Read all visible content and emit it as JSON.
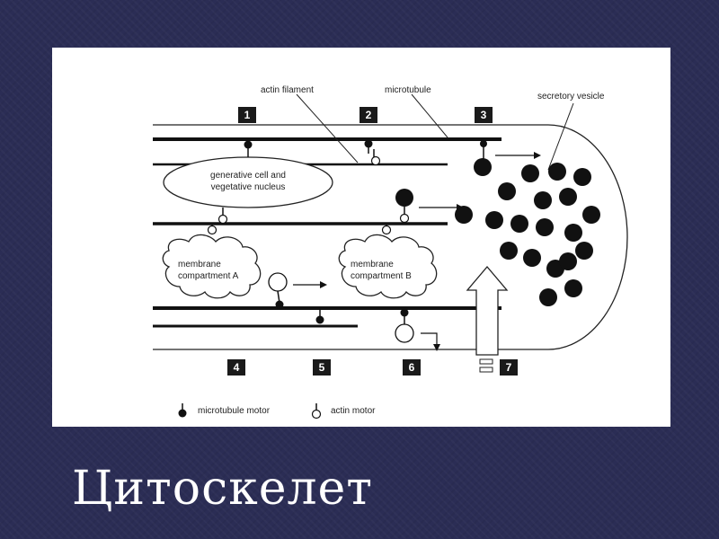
{
  "diagram": {
    "labels": {
      "actin_filament": "actin filament",
      "microtubule": "microtubule",
      "secretory_vesicle": "secretory vesicle",
      "nucleus_line1": "generative cell and",
      "nucleus_line2": "vegetative nucleus",
      "membrane_a_line1": "membrane",
      "membrane_a_line2": "compartment A",
      "membrane_b_line1": "membrane",
      "membrane_b_line2": "compartment B"
    },
    "numbers": [
      "1",
      "2",
      "3",
      "4",
      "5",
      "6",
      "7"
    ],
    "legend": {
      "microtubule_motor": "microtubule motor",
      "actin_motor": "actin motor"
    }
  },
  "slide": {
    "title": "Цитоскелет"
  }
}
